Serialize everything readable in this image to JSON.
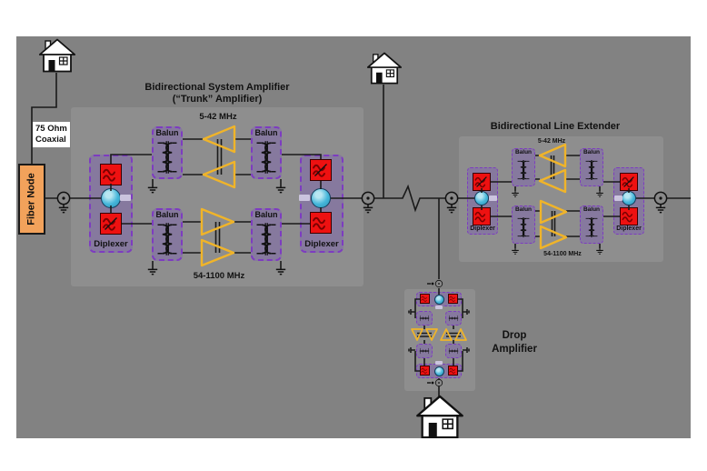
{
  "fiber_node": {
    "label": "Fiber Node"
  },
  "coax_label": {
    "line1": "75 Ohm",
    "line2": "Coaxial"
  },
  "trunk_amplifier": {
    "title_line1": "Bidirectional System Amplifier",
    "title_line2": "(“Trunk” Amplifier)",
    "upstream_band": "5-42 MHz",
    "downstream_band": "54-1100 MHz",
    "balun_label": "Balun",
    "diplexer_label": "Diplexer"
  },
  "line_extender": {
    "title": "Bidirectional Line Extender",
    "upstream_band": "5-42 MHz",
    "downstream_band": "54-1100 MHz",
    "balun_label": "Balun",
    "diplexer_label": "Diplexer"
  },
  "drop_amplifier": {
    "title_line1": "Drop",
    "title_line2": "Amplifier"
  },
  "icons": {
    "house": "house-icon",
    "ground": "ground-icon",
    "coax_connector": "connector-icon",
    "line_break": "line-break-icon",
    "filter": "wave-filter-icon",
    "transformer": "transformer-icon",
    "amplifier": "amplifier-triangle-icon"
  },
  "colors": {
    "background": "#828282",
    "panel": "#8e8e8e",
    "module_fill": "#86799e",
    "module_border": "#7d3cc0",
    "filter_red": "#ee1111",
    "port_blue": "#45b6da",
    "amplifier_yellow": "#f0b429",
    "fiber_node_orange": "#f2a25b"
  }
}
